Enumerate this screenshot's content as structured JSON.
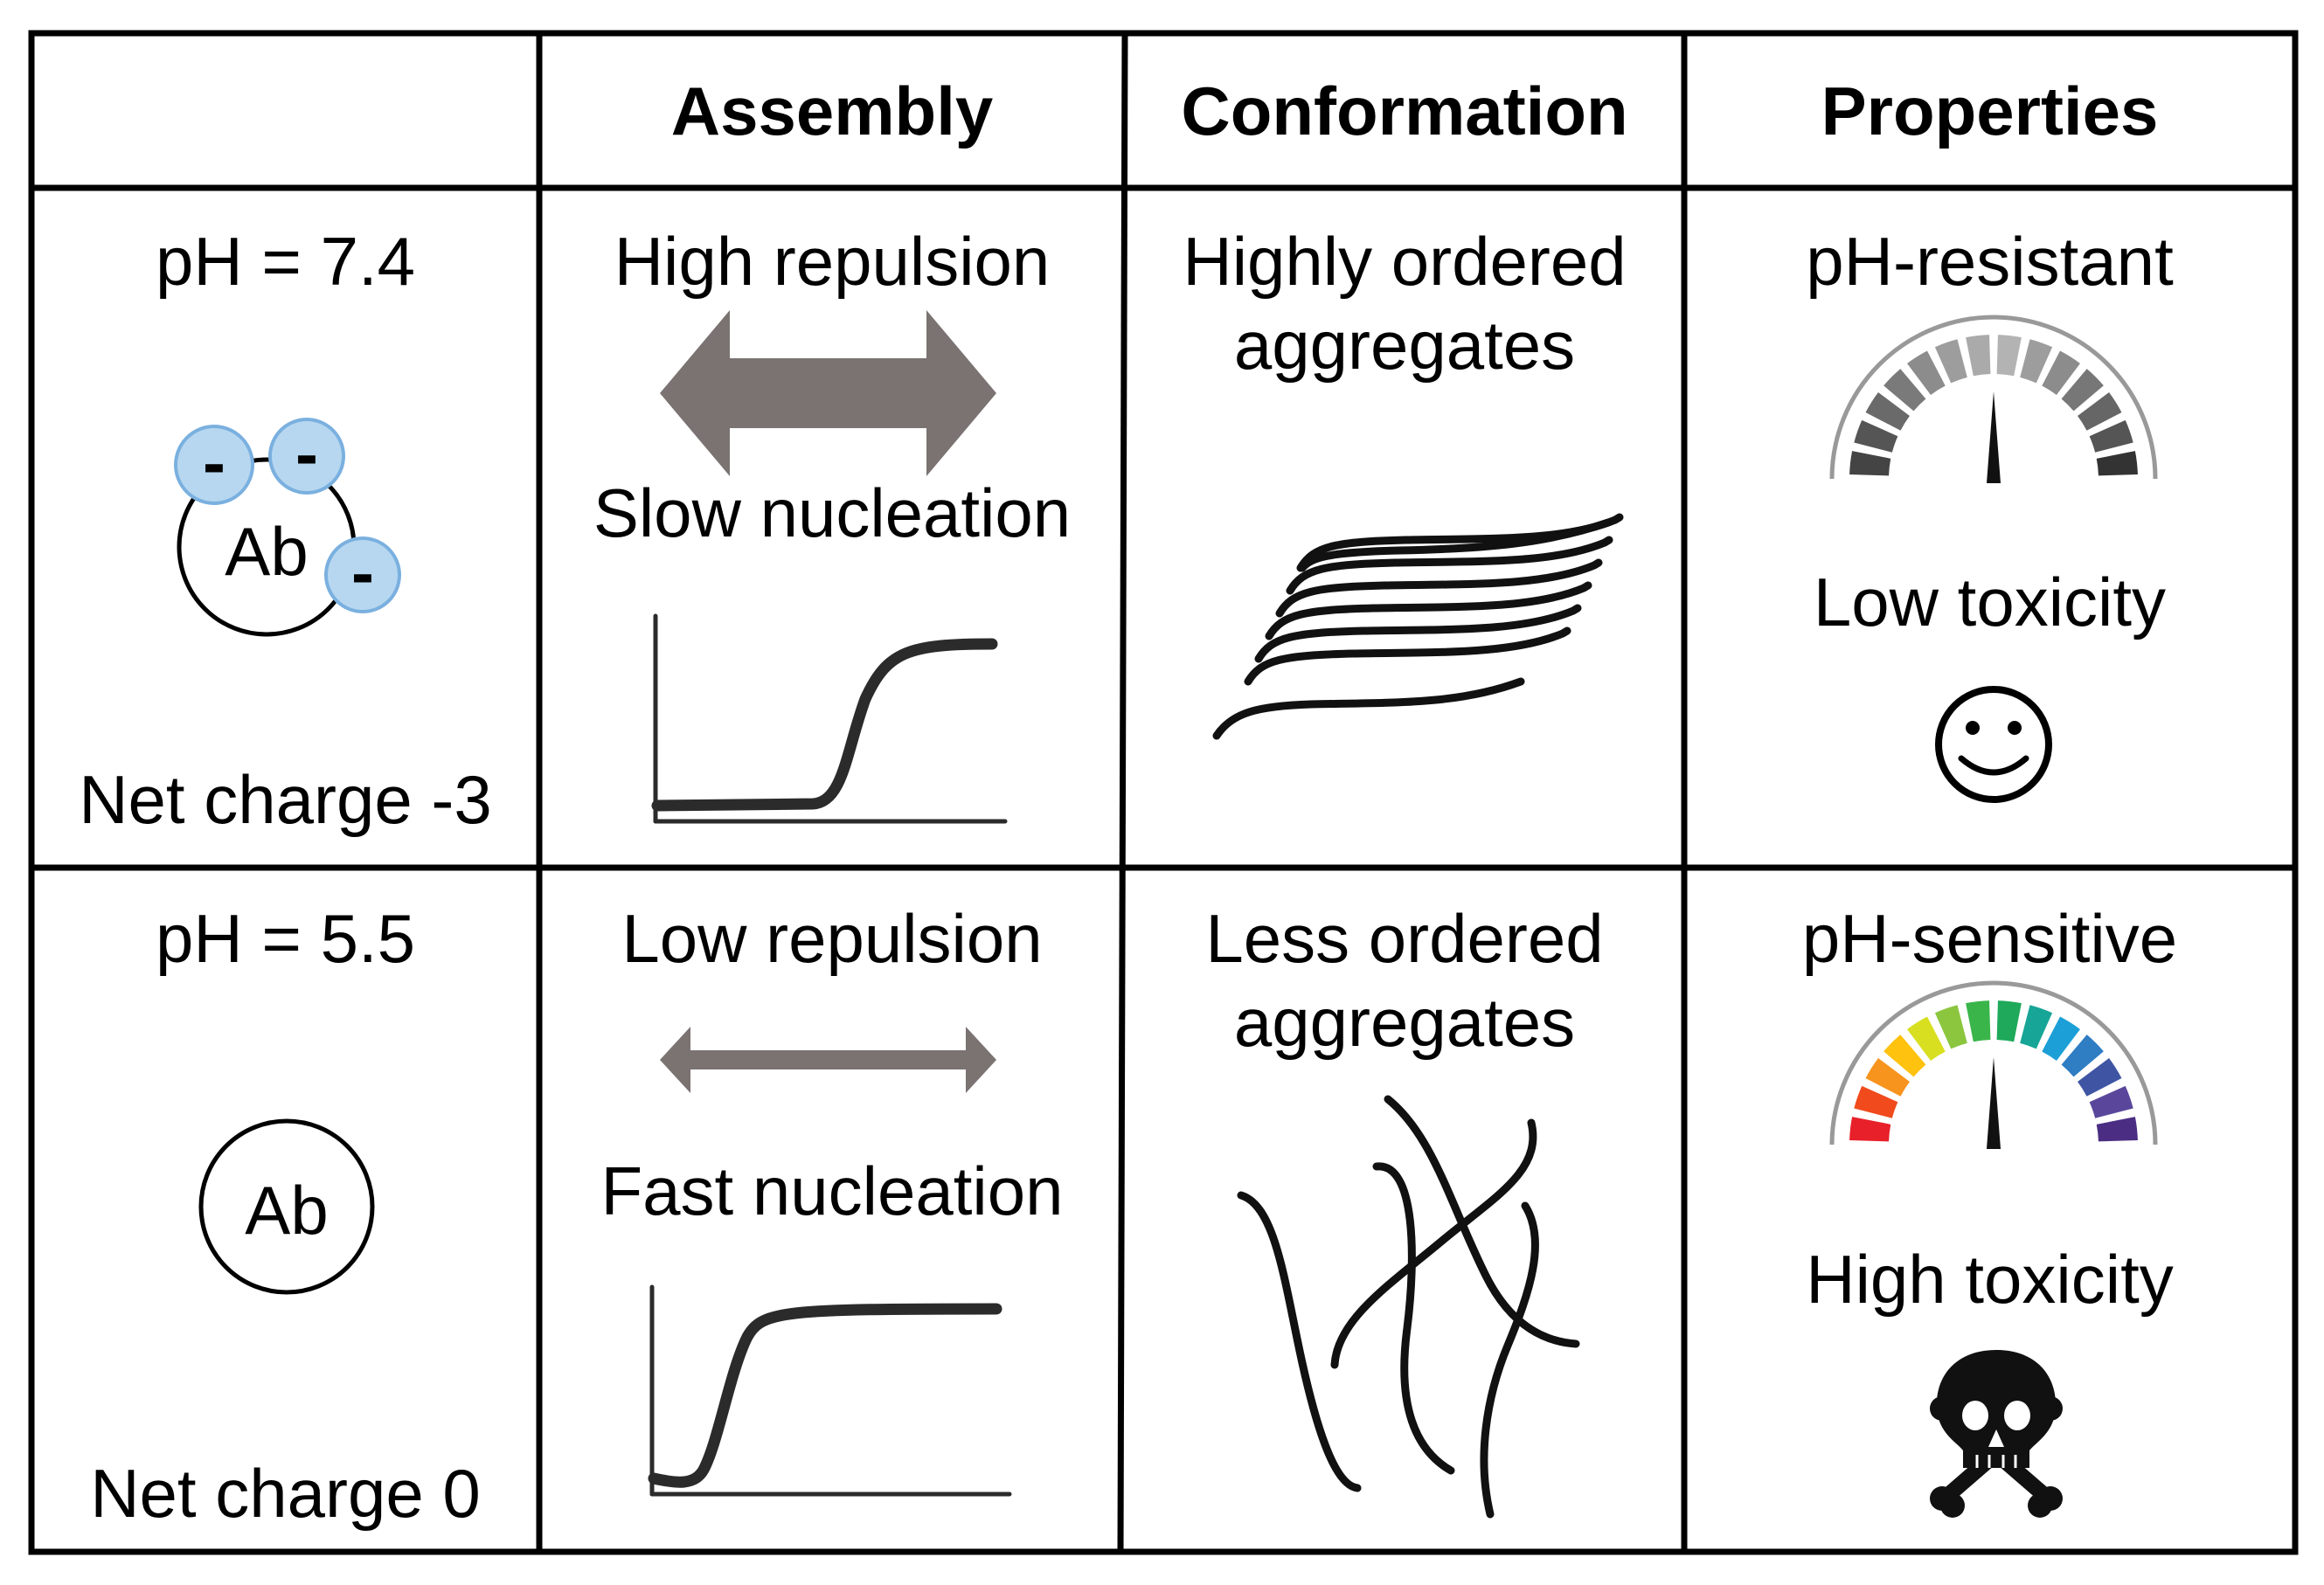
{
  "header": {
    "assembly": "Assembly",
    "conformation": "Conformation",
    "properties": "Properties"
  },
  "rows": [
    {
      "ph": "pH = 7.4",
      "particle_label": "Ab",
      "charges": [
        "-",
        "-",
        "-"
      ],
      "net_charge": "Net charge -3",
      "repulsion": "High repulsion",
      "nucleation": "Slow nucleation",
      "conformation_line1": "Highly ordered",
      "conformation_line2": "aggregates",
      "resistance": "pH-resistant",
      "toxicity": "Low toxicity",
      "toxicity_icon": "smiley-face-icon"
    },
    {
      "ph": "pH = 5.5",
      "particle_label": "Ab",
      "net_charge": "Net charge 0",
      "repulsion": "Low repulsion",
      "nucleation": "Fast nucleation",
      "conformation_line1": "Less ordered",
      "conformation_line2": "aggregates",
      "resistance": "pH-sensitive",
      "toxicity": "High toxicity",
      "toxicity_icon": "skull-crossbones-icon"
    }
  ],
  "colors": {
    "charge_fill": "#b7d7f0",
    "charge_stroke": "#7ab0df",
    "arrow": "#7a7372",
    "curve": "#2b2b2b",
    "rainbow": [
      "#e8202a",
      "#f04a1d",
      "#f7941d",
      "#ffc20e",
      "#d8df20",
      "#8cc63f",
      "#3ab54a",
      "#1fa95a",
      "#16a596",
      "#1c9fd6",
      "#2f7dc3",
      "#3f55a4",
      "#5a479c",
      "#4b2e83"
    ]
  }
}
